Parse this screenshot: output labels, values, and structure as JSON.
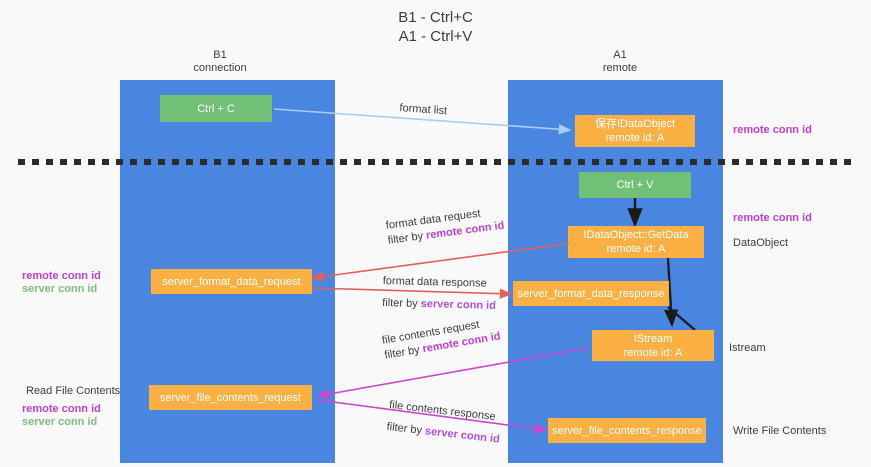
{
  "title": {
    "line1": "B1 - Ctrl+C",
    "line2": "A1 - Ctrl+V"
  },
  "columns": [
    {
      "name": "B1",
      "role": "connection"
    },
    {
      "name": "A1",
      "role": "remote"
    }
  ],
  "boxes": {
    "ctrl_c": {
      "label": "Ctrl + C"
    },
    "save_idataobject": {
      "line1": "保存IDataObject",
      "line2": "remote id: A"
    },
    "ctrl_v": {
      "label": "Ctrl + V"
    },
    "getdata": {
      "line1": "IDataObject::GetData",
      "line2": "remote id: A"
    },
    "server_format_data_request": {
      "label": "server_format_data_request"
    },
    "server_format_data_response": {
      "label": "server_format_data_response"
    },
    "istream": {
      "line1": "IStream",
      "line2": "remote id: A"
    },
    "server_file_contents_request": {
      "label": "server_file_contents_request"
    },
    "server_file_contents_response": {
      "label": "server_file_contents_response"
    }
  },
  "arrows": {
    "format_list": {
      "label": "format list"
    },
    "format_data_request": {
      "line1": "format data request",
      "filter_prefix": "filter by ",
      "filter_key": "remote conn id"
    },
    "format_data_response": {
      "line1": "format data response",
      "filter_prefix": "filter by ",
      "filter_key": "server conn id"
    },
    "file_contents_request": {
      "line1": "file contents request",
      "filter_prefix": "filter by ",
      "filter_key": "remote conn id"
    },
    "file_contents_response": {
      "line1": "file contents response",
      "filter_prefix": "filter by ",
      "filter_key": "server conn id"
    }
  },
  "right_labels": {
    "remote_conn_id_top": "remote conn id",
    "remote_conn_id_mid": "remote conn id",
    "dataobject": "DataObject",
    "istream": "Istream",
    "write_file_contents": "Write File Contents"
  },
  "left_labels": {
    "remote_conn_id_mid": "remote conn id",
    "server_conn_id_mid": "server conn id",
    "read_file_contents": "Read File Contents",
    "remote_conn_id_low": "remote conn id",
    "server_conn_id_low": "server conn id"
  },
  "colors": {
    "lane": "#4a86e0",
    "green_box": "#72c077",
    "orange_box": "#fbb044",
    "background": "#f9f9f9",
    "text": "#3c3c3c",
    "purple": "#c03fd0",
    "violet": "#b14fe0",
    "green_text": "#7ebd7e",
    "arrow_blue": "#a8cdee",
    "arrow_red": "#e0605e",
    "arrow_magenta": "#cc46cc",
    "arrow_black": "#1a1a1a",
    "divider": "#2b2b2b"
  }
}
